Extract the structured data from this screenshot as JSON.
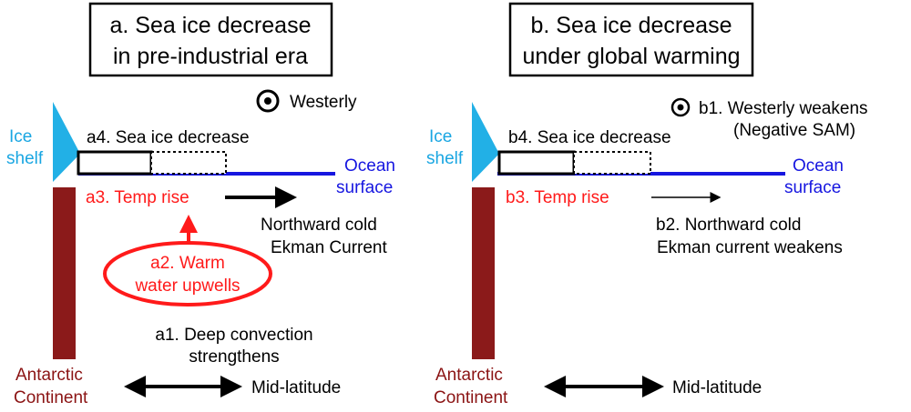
{
  "colors": {
    "ice_shelf": "#22b0e6",
    "ice_label": "#19a6e2",
    "ocean": "#1616e0",
    "continent": "#8b1a1a",
    "continent_label": "#8b1414",
    "red": "#ff1a1a",
    "black": "#000000"
  },
  "panel_a": {
    "title_line1": "a.  Sea ice decrease",
    "title_line2": "in pre-industrial era",
    "westerly": "Westerly",
    "ice_shelf_line1": "Ice",
    "ice_shelf_line2": "shelf",
    "sea_ice": "a4. Sea ice decrease",
    "ocean_line1": "Ocean",
    "ocean_line2": "surface",
    "temp": "a3. Temp rise",
    "ekman_line1": "Northward cold",
    "ekman_line2": "Ekman Current",
    "upwell_line1": "a2. Warm",
    "upwell_line2": "water upwells",
    "convection_line1": "a1. Deep convection",
    "convection_line2": "strengthens",
    "continent_line1": "Antarctic",
    "continent_line2": "Continent",
    "midlat": "Mid-latitude"
  },
  "panel_b": {
    "title_line1": "b. Sea ice decrease",
    "title_line2": "under global warming",
    "westerly_line1": "b1. Westerly weakens",
    "westerly_line2": "(Negative SAM)",
    "ice_shelf_line1": "Ice",
    "ice_shelf_line2": "shelf",
    "sea_ice": "b4. Sea ice decrease",
    "ocean_line1": "Ocean",
    "ocean_line2": "surface",
    "temp": "b3. Temp rise",
    "ekman_line1": "b2. Northward cold",
    "ekman_line2": "Ekman current weakens",
    "continent_line1": "Antarctic",
    "continent_line2": "Continent",
    "midlat": "Mid-latitude"
  }
}
